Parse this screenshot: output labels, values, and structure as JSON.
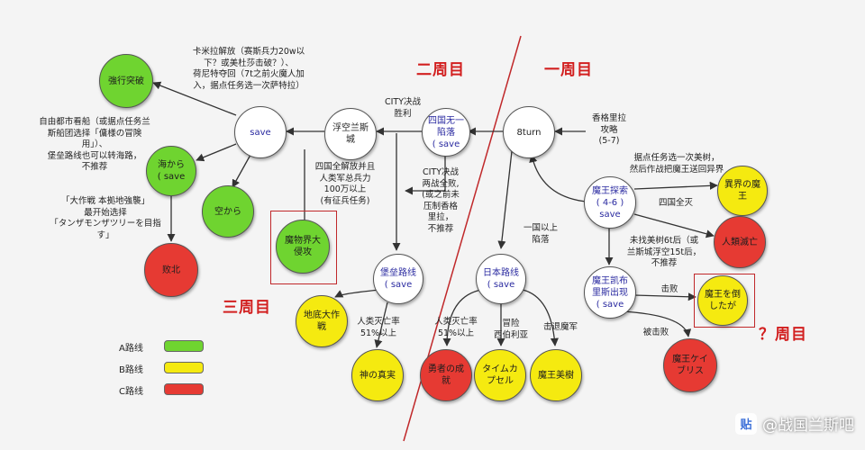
{
  "diagram": {
    "labels": {
      "round2": "二周目",
      "round1": "一周目",
      "round3": "三周目",
      "roundq": "？周目"
    },
    "nodes": {
      "qiangxing": "強行突破",
      "save1": "save",
      "fukong": "浮空兰斯\n城",
      "siguo": "四国无一\n陷落\n( save",
      "turn8": "8turn",
      "haikara": "海から\n( save",
      "sorakara": "空から",
      "haibei": "败北",
      "mowu": "魔物界大\n侵攻",
      "baolei": "堡垒路线\n( save",
      "riben": "日本路线\n( save",
      "tansuo": "魔王探索\n( 4-6 )\nsave",
      "yijie": "異界の魔\n王",
      "renlei": "人類滅亡",
      "kailu": "魔王凯布\n里斯出现\n( save",
      "daoshi": "魔王を倒\nしたが",
      "didi": "地底大作\n戦",
      "shen": "神の真実",
      "yongzhe": "勇者の成\n就",
      "time": "タイムカ\nプセル",
      "meishu": "魔王美樹",
      "keibu": "魔王ケイ\nブリス"
    },
    "notes": {
      "kamila": "卡米拉解放（赛斯兵力20w以\n下？或美杜莎击破？）、\n荷尼特夺回（7t之前火魔人加\n入，据点任务选一次萨特拉）",
      "ziyou": "自由都市看船（或据点任务兰\n斯船团选择「傭様の冒険\n用」）、\n堡垒路线也可以转海路，\n不推荐",
      "dazhan": "「大作戦 本拠地強襲」\n最开始选择\n「タンザモンザツリーを目指\nす」",
      "city1": "CITY决战\n胜利",
      "siguojiefang": "四国全解放并且\n人类军总兵力\n100万以上\n(有征兵任务)",
      "city2": "CITY决战\n两战全败,\n(或之前未\n压制香格\n里拉，\n不推荐",
      "yiguo": "一国以上\n陷落",
      "xiangge": "香格里拉\n攻略\n(5-7)",
      "judian": "据点任务选一次美树，\n然后作战把魔王送回异界",
      "siguoquanmie": "四国全灭",
      "weizhao": "未找美树6t后（或\n兰斯城浮空15t后，\n不推荐",
      "jibai": "击败",
      "beijibai": "被击败",
      "renlei1": "人类灭亡率\n51%以上",
      "renlei2": "人类灭亡率\n51%以上",
      "maoxian": "冒险\n西伯利亚",
      "jituimo": "击退魔军"
    },
    "legend": [
      {
        "label": "A路线",
        "color": "#6fd430"
      },
      {
        "label": "B路线",
        "color": "#f5ea10"
      },
      {
        "label": "C路线",
        "color": "#e63a33"
      }
    ],
    "watermark": "@战国兰斯吧",
    "colors": {
      "accent": "#d21f1f",
      "line": "#333333"
    }
  }
}
